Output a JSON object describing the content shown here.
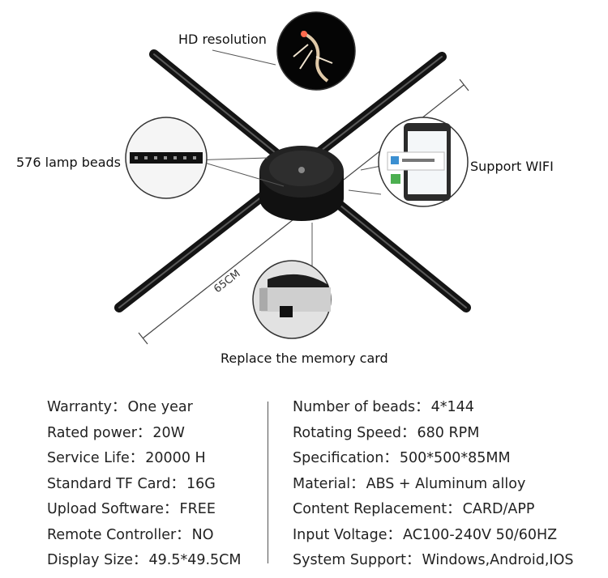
{
  "callouts": {
    "hd_resolution": "HD resolution",
    "lamp_beads": "576 lamp beads",
    "support_wifi": "Support WIFI",
    "replace_card": "Replace the memory card",
    "dimension": "65CM"
  },
  "specs_left": [
    {
      "label": "Warranty",
      "value": "One year"
    },
    {
      "label": "Rated power",
      "value": "20W"
    },
    {
      "label": "Service Life",
      "value": "20000 H"
    },
    {
      "label": "Standard TF Card",
      "value": "16G"
    },
    {
      "label": "Upload Software",
      "value": "FREE"
    },
    {
      "label": "Remote Controller",
      "value": "NO"
    },
    {
      "label": "Display Size",
      "value": "49.5*49.5CM"
    }
  ],
  "specs_right": [
    {
      "label": "Number of beads",
      "value": "4*144"
    },
    {
      "label": "Rotating Speed",
      "value": "680 RPM"
    },
    {
      "label": "Specification",
      "value": "500*500*85MM"
    },
    {
      "label": "Material",
      "value": "ABS + Aluminum alloy"
    },
    {
      "label": "Content Replacement",
      "value": "CARD/APP"
    },
    {
      "label": "Input Voltage",
      "value": "AC100-240V 50/60HZ"
    },
    {
      "label": "System Support",
      "value": "Windows,Android,IOS"
    }
  ],
  "colors": {
    "blade": "#141414",
    "hub": "#1a1a1a",
    "text": "#222222",
    "lines": "#555555"
  }
}
